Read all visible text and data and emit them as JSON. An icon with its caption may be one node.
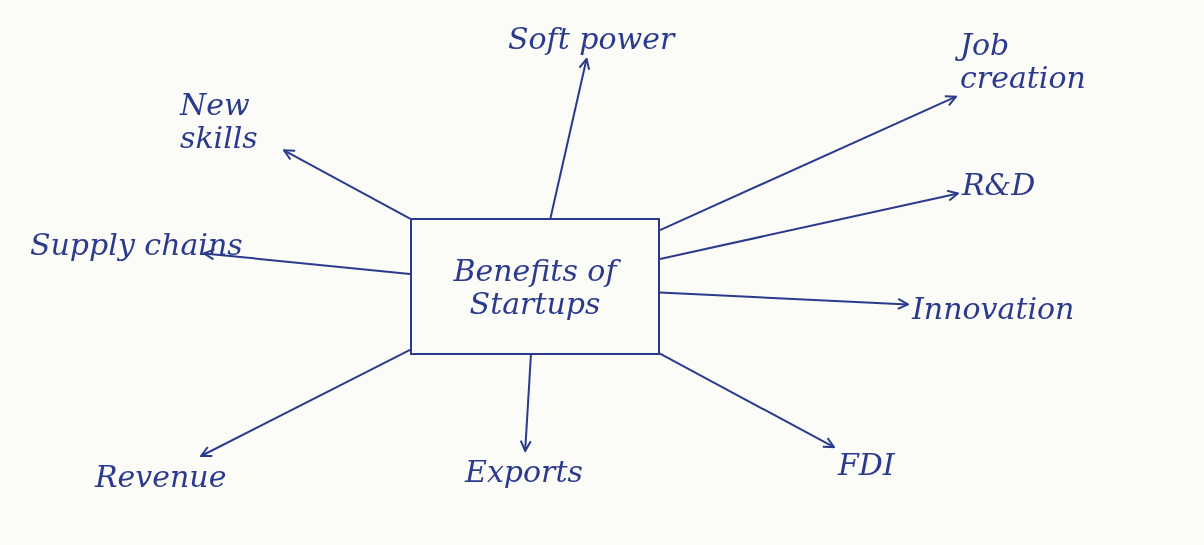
{
  "diagram": {
    "nodes": [
      {
        "text": [
          "Benefits of Startups"
        ]
      },
      {
        "text": [
          "Soft power"
        ]
      },
      {
        "text": [
          "New skills"
        ]
      },
      {
        "text": [
          "Job creation"
        ]
      },
      {
        "text": [
          "R&D"
        ]
      },
      {
        "text": [
          "Supply chains"
        ]
      },
      {
        "text": [
          "Innovation"
        ]
      },
      {
        "text": [
          "Revenue"
        ]
      },
      {
        "text": [
          "Exports"
        ]
      },
      {
        "text": [
          "FDI"
        ]
      }
    ],
    "edges": [
      {
        "from": 0,
        "to": 1,
        "arrow": "to"
      },
      {
        "from": 0,
        "to": 2,
        "arrow": "to"
      },
      {
        "from": 0,
        "to": 3,
        "arrow": "to"
      },
      {
        "from": 0,
        "to": 4,
        "arrow": "to"
      },
      {
        "from": 0,
        "to": 5,
        "arrow": "to"
      },
      {
        "from": 0,
        "to": 6,
        "arrow": "to"
      },
      {
        "from": 0,
        "to": 7,
        "arrow": "to"
      },
      {
        "from": 0,
        "to": 8,
        "arrow": "to"
      },
      {
        "from": 0,
        "to": 9,
        "arrow": "to"
      }
    ]
  }
}
